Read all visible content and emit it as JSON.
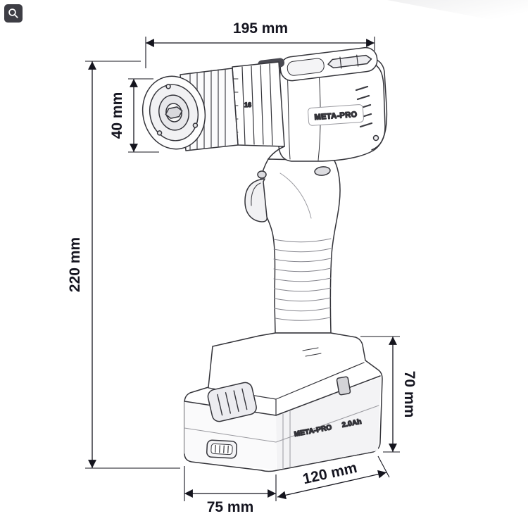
{
  "page": {
    "background": "#ffffff"
  },
  "overlay": {
    "zoom_icon": "magnifier"
  },
  "dimensions": {
    "total_length": "195 mm",
    "chuck_height": "40 mm",
    "total_height": "220 mm",
    "battery_height": "70 mm",
    "base_width": "75 mm",
    "base_depth": "120 mm"
  },
  "drill": {
    "housing_brand": "META-PRO",
    "collar_marking": "16",
    "battery_brand": "META-PRO",
    "battery_capacity": "2.0Ah"
  },
  "colors": {
    "outline": "#34343a",
    "dimension": "#15151e",
    "fill_light": "#f3f3f5"
  }
}
